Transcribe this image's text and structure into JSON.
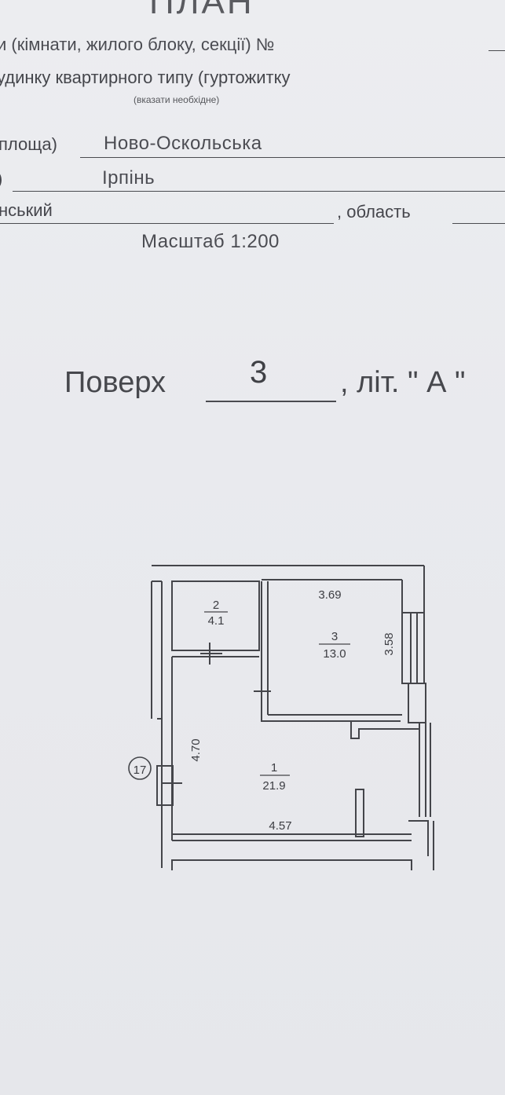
{
  "header": {
    "title": "ПЛАН",
    "line1": "и (кімнати, жилого блоку, секції) №",
    "line2": "удинку квартирного типу (гуртожитку",
    "line3": "(вказати необхідне)"
  },
  "address": {
    "street_label": "площа)",
    "street_value": "Ново-Оскольська",
    "city_label": ")",
    "city_value": "Ірпінь",
    "district_value": "нський",
    "region_label": ", область"
  },
  "scale": "Масштаб  1:200",
  "floor": {
    "label": "Поверх",
    "number": "3",
    "letter": ", літ. \" А \""
  },
  "floor_plan": {
    "axis_marker": "17",
    "rooms": [
      {
        "number": "1",
        "area": "21.9"
      },
      {
        "number": "2",
        "area": "4.1"
      },
      {
        "number": "3",
        "area": "13.0"
      }
    ],
    "dimensions": {
      "room3_width": "3.69",
      "room3_depth": "3.58",
      "room1_length": "4.70",
      "room1_width": "4.57"
    }
  }
}
